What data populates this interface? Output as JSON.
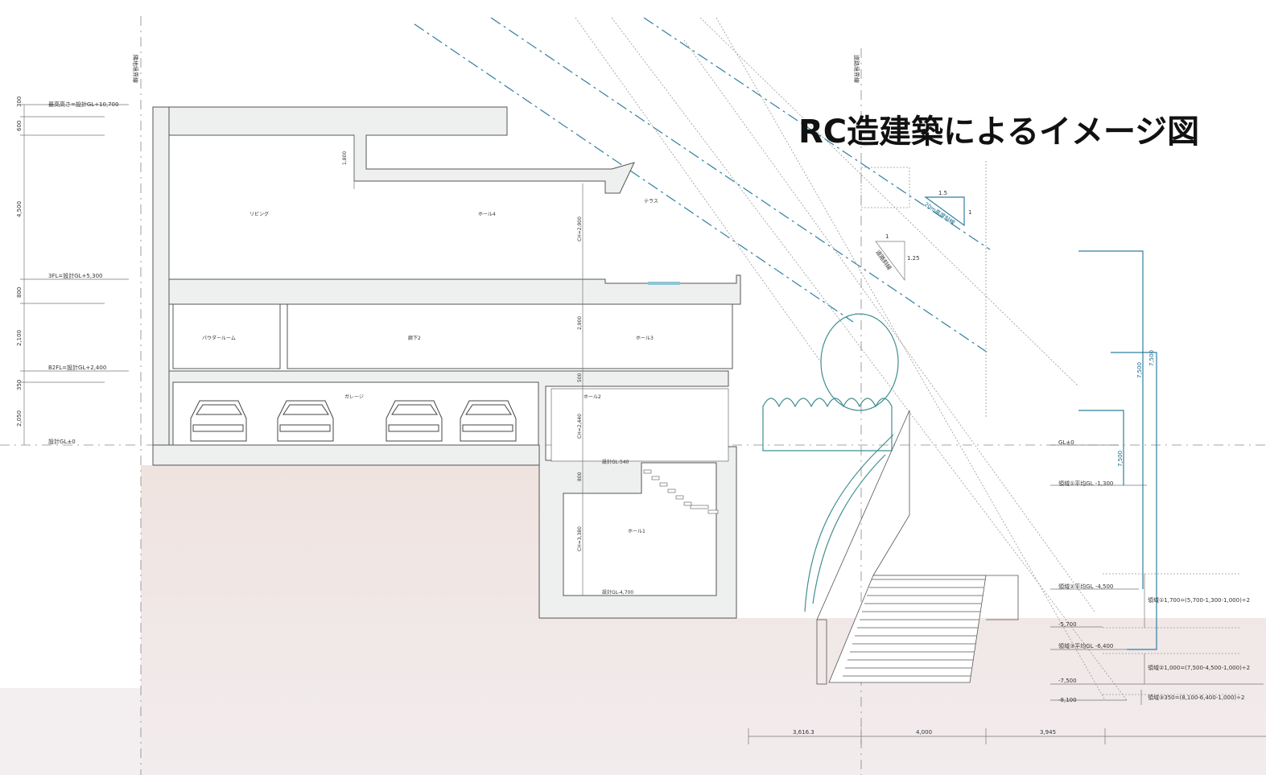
{
  "title": "RC造建築によるイメージ図",
  "boundary_labels": {
    "left": "隣地境界線",
    "right": "道路境界線"
  },
  "left_levels": [
    {
      "label": "最高高さ=設計GL+10,700"
    },
    {
      "label": "3FL=設計GL+5,300"
    },
    {
      "label": "B2FL=設計GL+2,400"
    },
    {
      "label": "設計GL±0"
    }
  ],
  "left_dims": [
    "300",
    "600",
    "4,500",
    "800",
    "2,100",
    "350",
    "2,050"
  ],
  "rooms": {
    "living": "リビング",
    "hall4": "ホール4",
    "terrace": "テラス",
    "powder": "パウダールーム",
    "corridor2": "廊下2",
    "hall3": "ホール3",
    "garage": "ガレージ",
    "hall2": "ホール2",
    "hall1": "ホール1"
  },
  "inner_dims": {
    "top_small": "1,800",
    "ch_upper": "CH=2,900",
    "mid": "2,900",
    "slab": "500",
    "ch_hall2": "CH=2,440",
    "basement_slab": "800",
    "ch_hall1": "CH=3,380",
    "lvl_540": "設計GL-540",
    "lvl_4700": "設計GL-4,700"
  },
  "slopes": {
    "height_ratio_h": "1.5",
    "height_ratio_v": "1",
    "height_label": "20m高度斜線",
    "road_ratio_h": "1",
    "road_ratio_v": "1.25",
    "road_label": "道路斜線"
  },
  "right_levels": [
    {
      "label": "GL±0"
    },
    {
      "label": "領域①平均GL -1,300"
    },
    {
      "label": "領域②平均GL -4,500"
    },
    {
      "label": "-5,700"
    },
    {
      "label": "領域③平均GL -6,400"
    },
    {
      "label": "-7,500"
    },
    {
      "label": "-8,100"
    }
  ],
  "right_dims": [
    "7,500",
    "7,500",
    "7,500"
  ],
  "region_notes": [
    "領域①1,700=(5,700-1,300-1,000)÷2",
    "領域②1,000=(7,500-4,500-1,000)÷2",
    "領域③350=(8,100-6,400-1,000)÷2"
  ],
  "bottom_dims": [
    "3,616.3",
    "4,000",
    "3,945"
  ],
  "colors": {
    "ground": "#efe6e2",
    "slope_line": "#2f7fa0",
    "wall": "#eef0f0"
  }
}
